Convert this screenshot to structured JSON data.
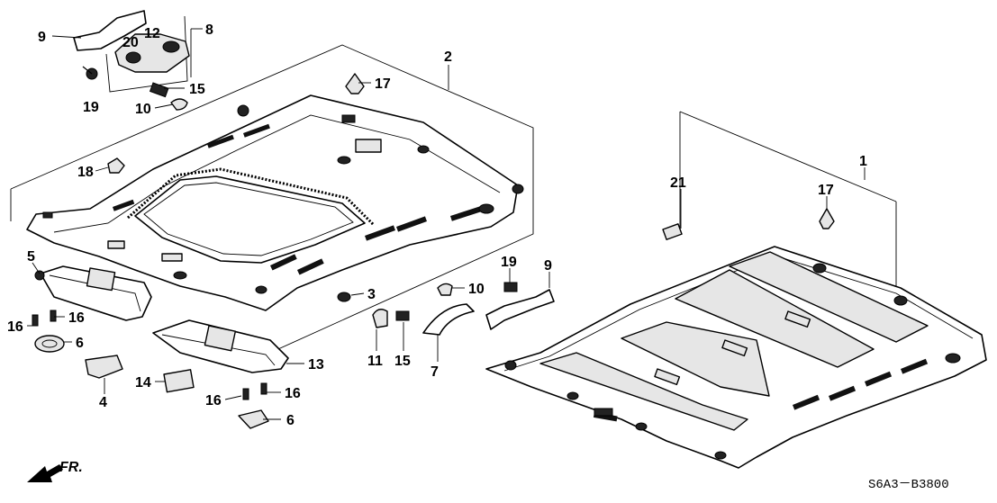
{
  "diagram": {
    "callouts": [
      {
        "id": "c9a",
        "text": "9"
      },
      {
        "id": "c8",
        "text": "8"
      },
      {
        "id": "c20",
        "text": "20"
      },
      {
        "id": "c12",
        "text": "12"
      },
      {
        "id": "c19a",
        "text": "19"
      },
      {
        "id": "c15a",
        "text": "15"
      },
      {
        "id": "c10a",
        "text": "10"
      },
      {
        "id": "c17a",
        "text": "17"
      },
      {
        "id": "c2",
        "text": "2"
      },
      {
        "id": "c18",
        "text": "18"
      },
      {
        "id": "c5",
        "text": "5"
      },
      {
        "id": "c16a",
        "text": "16"
      },
      {
        "id": "c16b",
        "text": "16"
      },
      {
        "id": "c6a",
        "text": "6"
      },
      {
        "id": "c4",
        "text": "4"
      },
      {
        "id": "c14",
        "text": "14"
      },
      {
        "id": "c16c",
        "text": "16"
      },
      {
        "id": "c16d",
        "text": "16"
      },
      {
        "id": "c6b",
        "text": "6"
      },
      {
        "id": "c13",
        "text": "13"
      },
      {
        "id": "c3",
        "text": "3"
      },
      {
        "id": "c11",
        "text": "11"
      },
      {
        "id": "c15b",
        "text": "15"
      },
      {
        "id": "c7",
        "text": "7"
      },
      {
        "id": "c10b",
        "text": "10"
      },
      {
        "id": "c19b",
        "text": "19"
      },
      {
        "id": "c9b",
        "text": "9"
      },
      {
        "id": "c21",
        "text": "21"
      },
      {
        "id": "c17b",
        "text": "17"
      },
      {
        "id": "c1",
        "text": "1"
      }
    ],
    "front_marker": "FR.",
    "diagram_code": "S6A3－B3800"
  }
}
